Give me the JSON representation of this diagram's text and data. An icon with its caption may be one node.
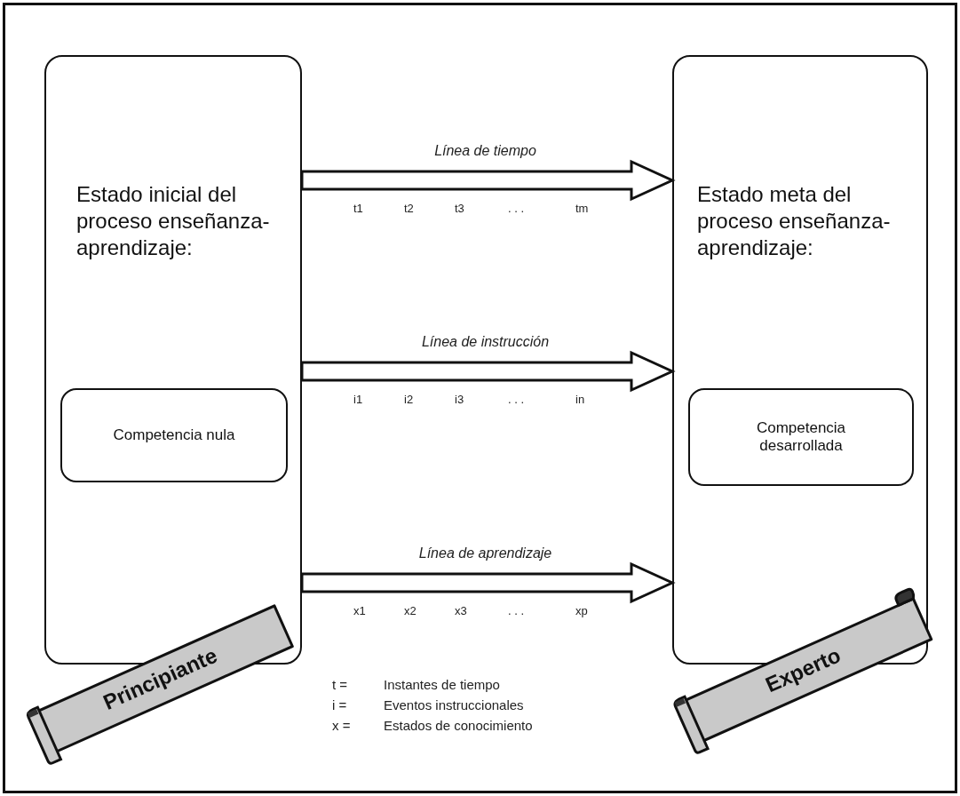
{
  "diagram": {
    "nodes": [
      {
        "text": [
          "Estado inicial del proceso enseñanza-aprendizaje:"
        ]
      },
      {
        "text": [
          "Competencia nula"
        ],
        "in": 0
      },
      {
        "text": [
          "Principiante"
        ]
      },
      {
        "text": [
          "Estado meta del proceso enseñanza-aprendizaje:"
        ]
      },
      {
        "text": [
          "Competencia desarrollada"
        ],
        "in": 3
      },
      {
        "text": [
          "Experto"
        ]
      }
    ],
    "edges": [
      {
        "from": 0,
        "to": 3,
        "arrow": "to",
        "label": "Línea de tiempo"
      },
      {
        "from": 0,
        "to": 3,
        "arrow": "to",
        "label": "Línea de instrucción"
      },
      {
        "from": 0,
        "to": 3,
        "arrow": "to",
        "label": "Línea de aprendizaje"
      }
    ],
    "labels": [
      "t1",
      "t2",
      "t3",
      ". . .",
      "tm",
      "i1",
      "i2",
      "i3",
      ". . .",
      "in",
      "x1",
      "x2",
      "x3",
      ". . .",
      "xp",
      "t =",
      "Instantes de tiempo",
      "i =",
      "Eventos instruccionales",
      "x =",
      "Estados de conocimiento"
    ]
  }
}
